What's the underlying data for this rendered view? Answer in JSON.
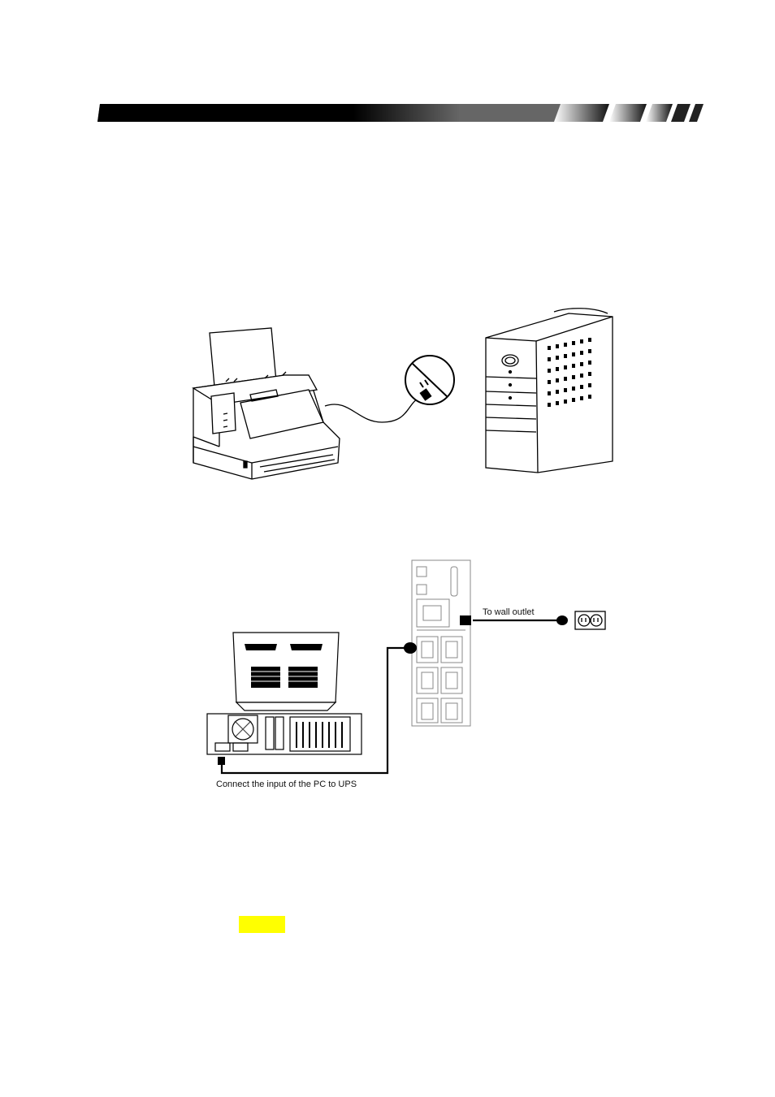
{
  "header": {
    "bar_color": "#000000",
    "icon": "gradient-header-bar"
  },
  "figure1": {
    "printer_icon": "laser-printer-icon",
    "no_plug_icon": "no-plug-prohibition-icon",
    "ups_icon": "ups-tower-icon"
  },
  "figure2": {
    "wall_outlet_label": "To wall outlet",
    "pc_connection_label": "Connect the input of the PC to UPS",
    "pc_icon": "desktop-pc-monitor-icon",
    "ups_rear_icon": "ups-rear-panel-icon",
    "outlet_icon": "wall-outlet-icon",
    "plug_icon": "power-plug-icon"
  },
  "highlight": {
    "color": "#ffff00"
  }
}
